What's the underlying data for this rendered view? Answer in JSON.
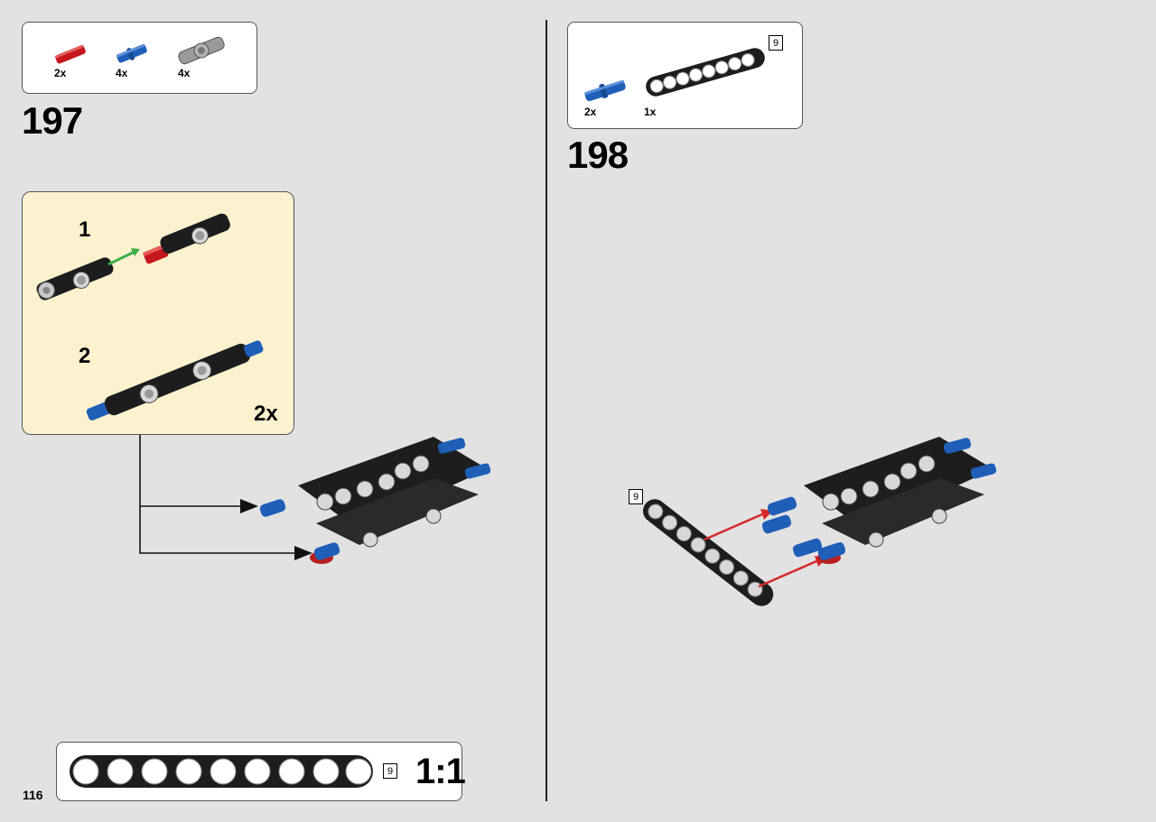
{
  "page": {
    "number": "116",
    "scale_label": "1:1",
    "ruler_length": "9"
  },
  "step197": {
    "number": "197",
    "parts": [
      {
        "qty": "2x",
        "color": "#c4161c",
        "name": "axle-pin"
      },
      {
        "qty": "4x",
        "color": "#1f5fb8",
        "name": "pin"
      },
      {
        "qty": "4x",
        "color": "#9a9a9a",
        "name": "axle-connector"
      }
    ],
    "submodel": {
      "steps": [
        {
          "number": "1"
        },
        {
          "number": "2"
        }
      ],
      "multiplier": "2x"
    }
  },
  "step198": {
    "number": "198",
    "parts": [
      {
        "qty": "2x",
        "color": "#1f5fb8",
        "name": "pin"
      },
      {
        "qty": "1x",
        "color": "#222222",
        "name": "beam",
        "length": "9"
      }
    ],
    "callout_length": "9"
  },
  "colors": {
    "red": "#c4161c",
    "blue": "#1f5fb8",
    "black": "#222222",
    "grey": "#9a9a9a",
    "arrow_red": "#d62828",
    "arrow_green": "#3cae4a"
  }
}
